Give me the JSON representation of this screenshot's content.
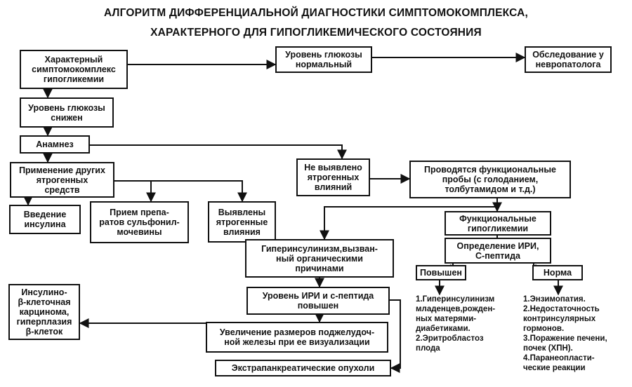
{
  "title": {
    "line1": "АЛГОРИТМ ДИФФЕРЕНЦИАЛЬНОЙ ДИАГНОСТИКИ СИМПТОМОКОМПЛЕКСА,",
    "line2": "ХАРАКТЕРНОГО ДЛЯ ГИПОГЛИКЕМИЧЕСКОГО СОСТОЯНИЯ"
  },
  "nodes": {
    "symptom_complex": "Характерный\nсимптомокомплекс\nгипогликемии",
    "glucose_normal": "Уровень глюкозы\nнормальный",
    "neuro_exam": "Обследование у\nневропатолога",
    "glucose_low": "Уровень глюкозы\nснижен",
    "anamnesis": "Анамнез",
    "other_iatrogenic": "Применение других\nятрогенных\nсредств",
    "no_iatrogenic": "Не выявлено\nятрогенных\nвлияний",
    "functional_tests": "Проводятся функциональные\nпробы (с голоданием,\nтолбутамидом и т.д.)",
    "insulin_injection": "Введение\nинсулина",
    "sulfonylurea": "Прием препа-\nратов сульфонил-\nмочевины",
    "iatrogenic_found": "Выявлены\nятрогенные\nвлияния",
    "functional_hypo": "Функциональные\nгипогликемии",
    "ири_determination": "Определение ИРИ,\nС-пептида",
    "hyperinsulinism": "Гиперинсулинизм,вызван-\nный органическими\nпричинами",
    "increased": "Повышен",
    "norm": "Норма",
    "insulinoma": "Инсулино-\nβ-клеточная\nкарцинома,\nгиперплазия\nβ-клеток",
    "iri_raised": "Уровень ИРИ и с-пептида\nповышен",
    "pancreas_enlarged": "Увеличение размеров поджелудоч-\nной железы при ее визуализации",
    "extrapancreatic": "Экстрапанкреатические опухоли"
  },
  "notes": {
    "raised_list": "1.Гиперинсулинизм\nмладенцев,рожден-\nных матерями-\nдиабетиками.\n2.Эритробластоз\nплода",
    "norm_list": "1.Энзимопатия.\n2.Недостаточность\nконтринсулярных\nгормонов.\n3.Поражение печени,\nпочек (ХПН).\n4.Паранеопласти-\nческие реакции"
  }
}
